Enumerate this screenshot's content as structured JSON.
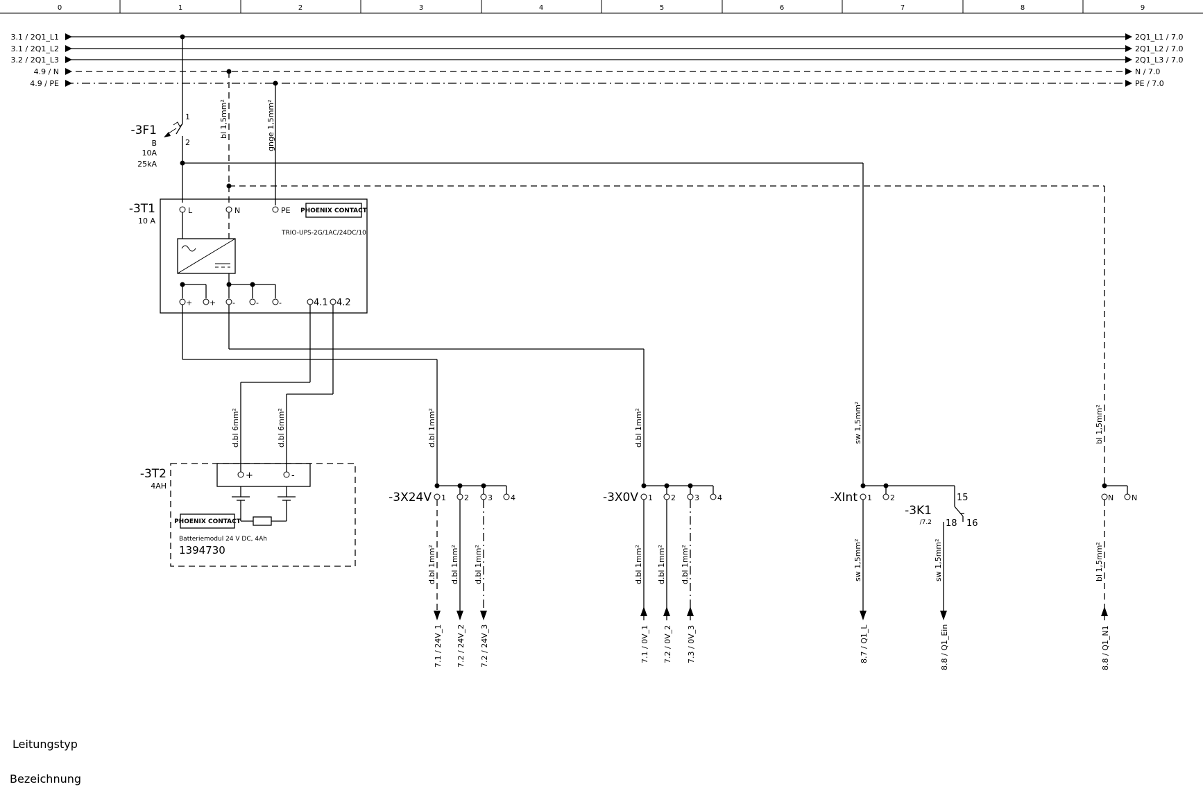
{
  "columns": [
    "0",
    "1",
    "2",
    "3",
    "4",
    "5",
    "6",
    "7",
    "8",
    "9"
  ],
  "buses": [
    {
      "left": "3.1 / 2Q1_L1",
      "right": "2Q1_L1 / 7.0"
    },
    {
      "left": "3.1 / 2Q1_L2",
      "right": "2Q1_L2 / 7.0"
    },
    {
      "left": "3.2 / 2Q1_L3",
      "right": "2Q1_L3 / 7.0"
    },
    {
      "left": "4.9 / N",
      "right": "N / 7.0"
    },
    {
      "left": "4.9 / PE",
      "right": "PE / 7.0"
    }
  ],
  "f1": {
    "name": "-3F1",
    "char": "B",
    "current": "10A",
    "breaking": "25kA",
    "pin1": "1",
    "pin2": "2"
  },
  "wire_labels": {
    "n_wire": "bl 1,5mm²",
    "pe_wire": "gnge 1,5mm²"
  },
  "t1": {
    "name": "-3T1",
    "rating": "10 A",
    "type": "TRIO-UPS-2G/1AC/24DC/10",
    "logo": "PHOENIX CONTACT",
    "in_terms": [
      "L",
      "N",
      "PE"
    ],
    "out_terms": [
      "+",
      "+",
      "-",
      "-",
      "-",
      "4.1",
      "4.2"
    ]
  },
  "t2": {
    "name": "-3T2",
    "capacity": "4AH",
    "desc": "Batteriemodul 24 V DC, 4Ah",
    "partno": "1394730",
    "logo": "PHOENIX CONTACT",
    "wire1": "d.bl 6mm²",
    "wire2": "d.bl 6mm²",
    "plus": "+",
    "minus": "-"
  },
  "x24": {
    "name": "-3X24V",
    "terms": [
      "1",
      "2",
      "3",
      "4"
    ],
    "feed": "d.bl 1mm²",
    "outs": [
      {
        "wire": "d.bl 1mm²",
        "ref": "7.1 / 24V_1"
      },
      {
        "wire": "d.bl 1mm²",
        "ref": "7.2 / 24V_2"
      },
      {
        "wire": "d.bl 1mm²",
        "ref": "7.2 / 24V_3"
      }
    ]
  },
  "x0": {
    "name": "-3X0V",
    "terms": [
      "1",
      "2",
      "3",
      "4"
    ],
    "feed": "d.bl 1mm²",
    "outs": [
      {
        "wire": "d.bl 1mm²",
        "ref": "7.1 / 0V_1"
      },
      {
        "wire": "d.bl 1mm²",
        "ref": "7.2 / 0V_2"
      },
      {
        "wire": "d.bl 1mm²",
        "ref": "7.3 / 0V_3"
      }
    ]
  },
  "xint": {
    "name": "-XInt",
    "terms": [
      "1",
      "2"
    ],
    "feed": "sw 1,5mm²",
    "out_wire": "sw 1,5mm²",
    "out_ref": "8.7 / Q1_L",
    "n_feed": "bl 1,5mm²",
    "n_term1": "N",
    "n_term2": "N",
    "n_wire": "bl 1,5mm²",
    "n_ref": "8.8 / Q1_N1"
  },
  "k1": {
    "name": "-3K1",
    "ref": "/7.2",
    "p15": "15",
    "p16": "16",
    "p18": "18",
    "wire": "sw 1,5mm²",
    "out_ref": "8.8 / Q1_Ein"
  },
  "footer": {
    "row1": "Leitungstyp",
    "row2": "Bezeichnung"
  }
}
